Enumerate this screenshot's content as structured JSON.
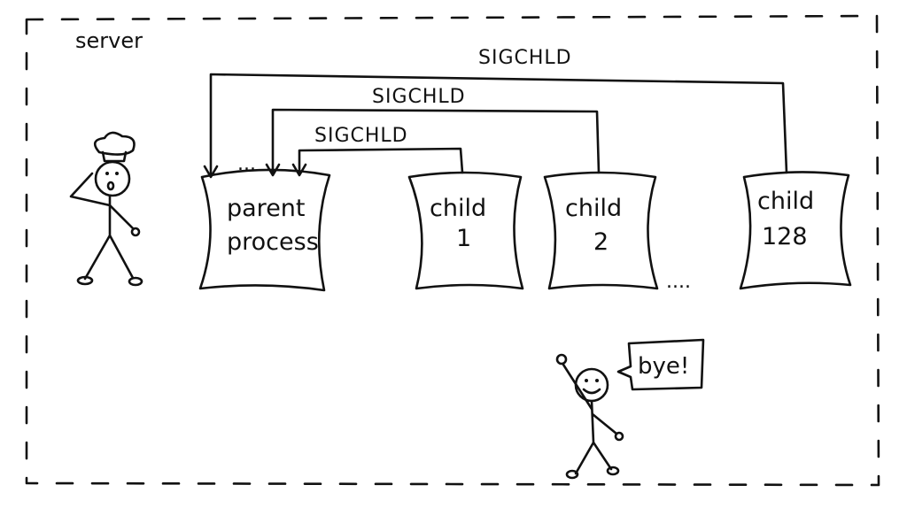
{
  "container_label": "server",
  "signals": [
    {
      "label": "SIGCHLD",
      "from": "child 128"
    },
    {
      "label": "SIGCHLD",
      "from": "child 2"
    },
    {
      "label": "SIGCHLD",
      "from": "child 1"
    }
  ],
  "arrow_ellipsis": "...",
  "processes": {
    "parent": {
      "line1": "parent",
      "line2": "process"
    },
    "child1": {
      "line1": "child",
      "line2": "1"
    },
    "child2": {
      "line1": "child",
      "line2": "2"
    },
    "child128": {
      "line1": "child",
      "line2": "128"
    }
  },
  "children_ellipsis": "....",
  "speech_bubble": "bye!"
}
